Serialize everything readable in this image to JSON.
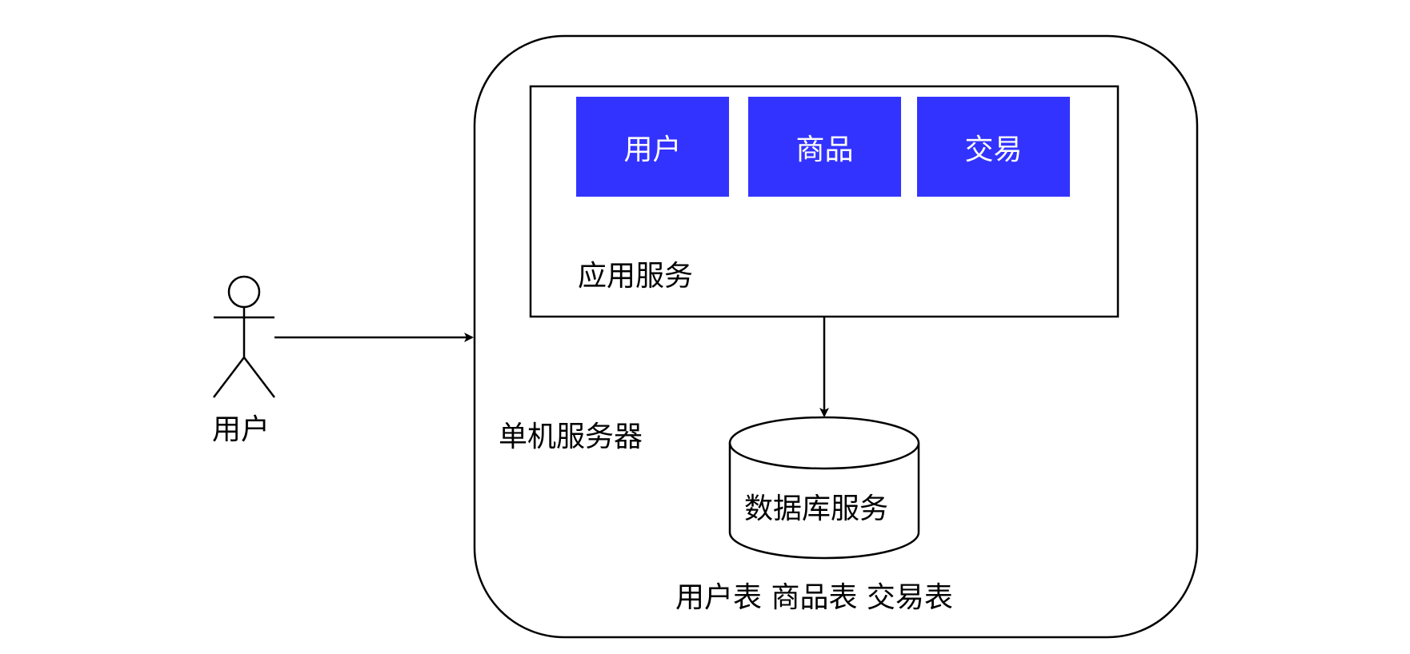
{
  "actor": {
    "label": "用户"
  },
  "server": {
    "label": "单机服务器"
  },
  "app_service": {
    "label": "应用服务",
    "modules": [
      {
        "label": "用户"
      },
      {
        "label": "商品"
      },
      {
        "label": "交易"
      }
    ],
    "module_color": "#3333ff"
  },
  "database": {
    "label": "数据库服务",
    "tables_label": "用户表 商品表 交易表"
  }
}
